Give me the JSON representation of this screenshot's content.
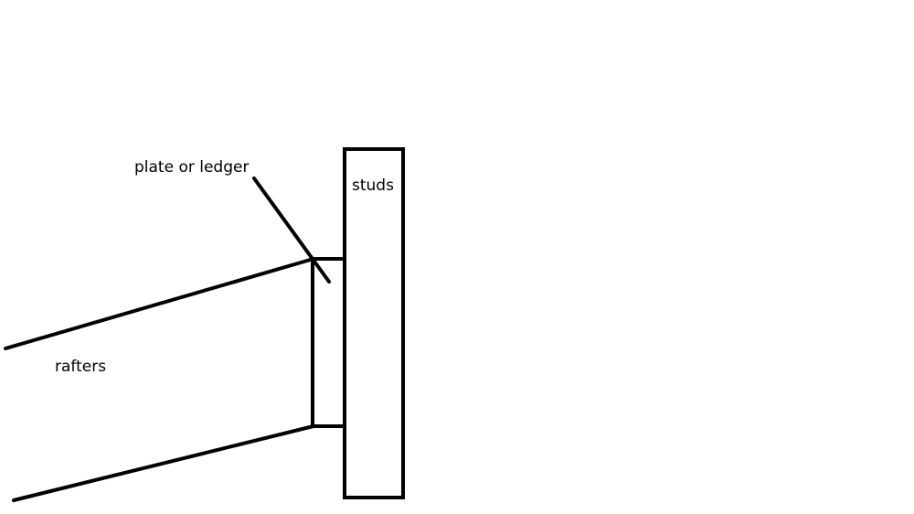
{
  "labels": {
    "plate": "plate or ledger",
    "studs": "studs",
    "rafters": "rafters"
  },
  "colors": {
    "background": "#ffffff",
    "stroke": "#000000"
  }
}
